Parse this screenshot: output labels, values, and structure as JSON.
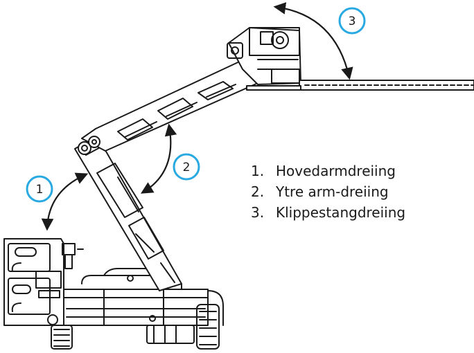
{
  "callouts": [
    {
      "number": "1"
    },
    {
      "number": "2"
    },
    {
      "number": "3"
    }
  ],
  "legend": {
    "items": [
      {
        "number": "1.",
        "label": "Hovedarmdreiing"
      },
      {
        "number": "2.",
        "label": "Ytre arm-dreiing"
      },
      {
        "number": "3.",
        "label": "Klippestangdreiing"
      }
    ]
  },
  "colors": {
    "line": "#1a1a1a",
    "callout_ring": "#29a9e1",
    "background": "#ffffff"
  }
}
